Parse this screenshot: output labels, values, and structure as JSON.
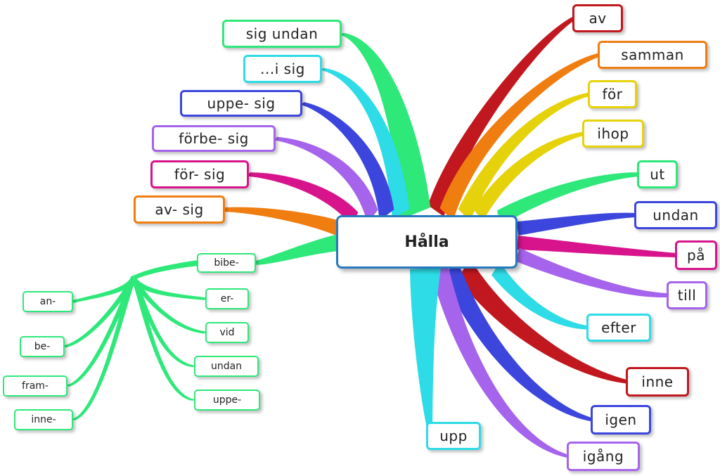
{
  "center": {
    "label": "Hålla",
    "color": "#2878be"
  },
  "right_nodes": [
    {
      "label": "av",
      "color": "#c0181e"
    },
    {
      "label": "samman",
      "color": "#f07d10"
    },
    {
      "label": "för",
      "color": "#e6d20a"
    },
    {
      "label": "ihop",
      "color": "#e6d20a"
    },
    {
      "label": "ut",
      "color": "#2ee87a"
    },
    {
      "label": "undan",
      "color": "#3c46dc"
    },
    {
      "label": "på",
      "color": "#d7148c"
    },
    {
      "label": "till",
      "color": "#a564eb"
    },
    {
      "label": "efter",
      "color": "#2ddce6"
    },
    {
      "label": "inne",
      "color": "#c0181e"
    },
    {
      "label": "igen",
      "color": "#3c46dc"
    },
    {
      "label": "igång",
      "color": "#a564eb"
    },
    {
      "label": "upp",
      "color": "#2ddce6"
    }
  ],
  "left_nodes": [
    {
      "label": "sig undan",
      "color": "#2ee87a"
    },
    {
      "label": "...i sig",
      "color": "#2ddce6"
    },
    {
      "label": "uppe- sig",
      "color": "#3c46dc"
    },
    {
      "label": "förbe- sig",
      "color": "#a564eb"
    },
    {
      "label": "för- sig",
      "color": "#d7148c"
    },
    {
      "label": "av- sig",
      "color": "#f07d10"
    }
  ],
  "prefix_group": {
    "color": "#2ee87a",
    "right_items": [
      "bibe-",
      "er-",
      "vid",
      "undan",
      "uppe-"
    ],
    "left_items": [
      "an-",
      "be-",
      "fram-",
      "inne-"
    ]
  }
}
